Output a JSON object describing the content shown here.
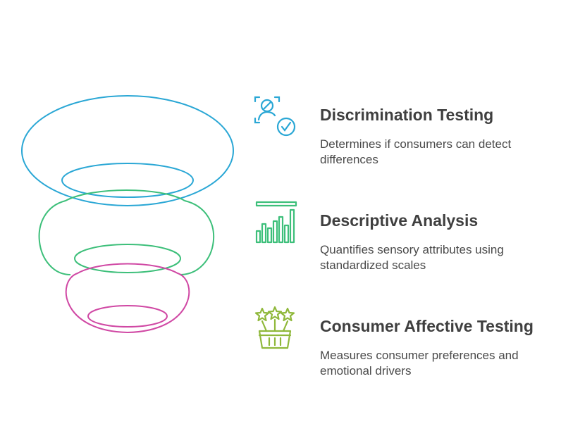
{
  "colors": {
    "blue": "#2aa7d5",
    "green": "#3dbf7a",
    "pink": "#d048a4",
    "lime": "#8fb83a"
  },
  "items": [
    {
      "title": "Discrimination Testing",
      "description": "Determines if consumers can detect differences",
      "icon": "person-check-icon"
    },
    {
      "title": "Descriptive Analysis",
      "description": "Quantifies sensory attributes using standardized scales",
      "icon": "bar-chart-icon"
    },
    {
      "title": "Consumer Affective Testing",
      "description": "Measures consumer preferences and emotional drivers",
      "icon": "star-basket-icon"
    }
  ]
}
